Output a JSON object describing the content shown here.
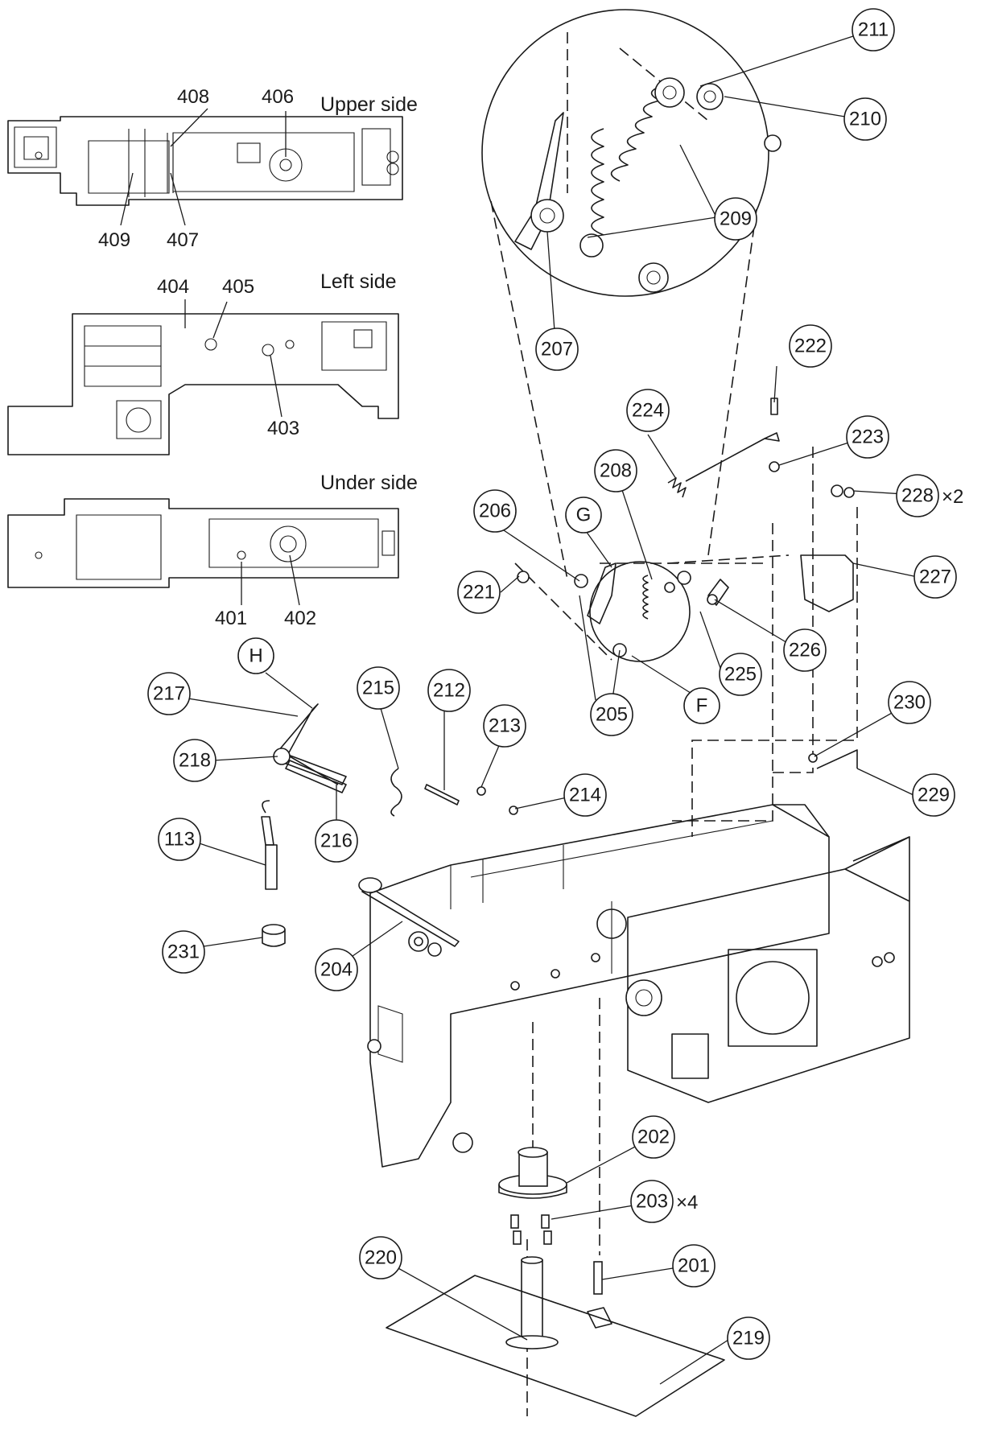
{
  "views": {
    "upper": {
      "title": "Upper side",
      "labels": [
        "408",
        "406",
        "409",
        "407"
      ]
    },
    "left": {
      "title": "Left side",
      "labels": [
        "404",
        "405",
        "403"
      ]
    },
    "under": {
      "title": "Under side",
      "labels": [
        "401",
        "402"
      ]
    }
  },
  "callouts": [
    {
      "id": "c211",
      "text": "211"
    },
    {
      "id": "c210",
      "text": "210"
    },
    {
      "id": "c209",
      "text": "209"
    },
    {
      "id": "c207",
      "text": "207"
    },
    {
      "id": "c222",
      "text": "222"
    },
    {
      "id": "c224",
      "text": "224"
    },
    {
      "id": "c223",
      "text": "223"
    },
    {
      "id": "c208",
      "text": "208"
    },
    {
      "id": "cG",
      "text": "G"
    },
    {
      "id": "c206",
      "text": "206"
    },
    {
      "id": "c228",
      "text": "228"
    },
    {
      "id": "c221",
      "text": "221"
    },
    {
      "id": "c227",
      "text": "227"
    },
    {
      "id": "c226",
      "text": "226"
    },
    {
      "id": "c225",
      "text": "225"
    },
    {
      "id": "c205",
      "text": "205"
    },
    {
      "id": "cF",
      "text": "F"
    },
    {
      "id": "cH",
      "text": "H"
    },
    {
      "id": "c217",
      "text": "217"
    },
    {
      "id": "c215",
      "text": "215"
    },
    {
      "id": "c212",
      "text": "212"
    },
    {
      "id": "c213",
      "text": "213"
    },
    {
      "id": "c230",
      "text": "230"
    },
    {
      "id": "c218",
      "text": "218"
    },
    {
      "id": "c214",
      "text": "214"
    },
    {
      "id": "c229",
      "text": "229"
    },
    {
      "id": "c216",
      "text": "216"
    },
    {
      "id": "c113",
      "text": "113"
    },
    {
      "id": "c231",
      "text": "231"
    },
    {
      "id": "c204",
      "text": "204"
    },
    {
      "id": "c202",
      "text": "202"
    },
    {
      "id": "c203",
      "text": "203"
    },
    {
      "id": "c220",
      "text": "220"
    },
    {
      "id": "c201",
      "text": "201"
    },
    {
      "id": "c219",
      "text": "219"
    }
  ],
  "quantities": {
    "c228": "×2",
    "c203": "×4"
  }
}
